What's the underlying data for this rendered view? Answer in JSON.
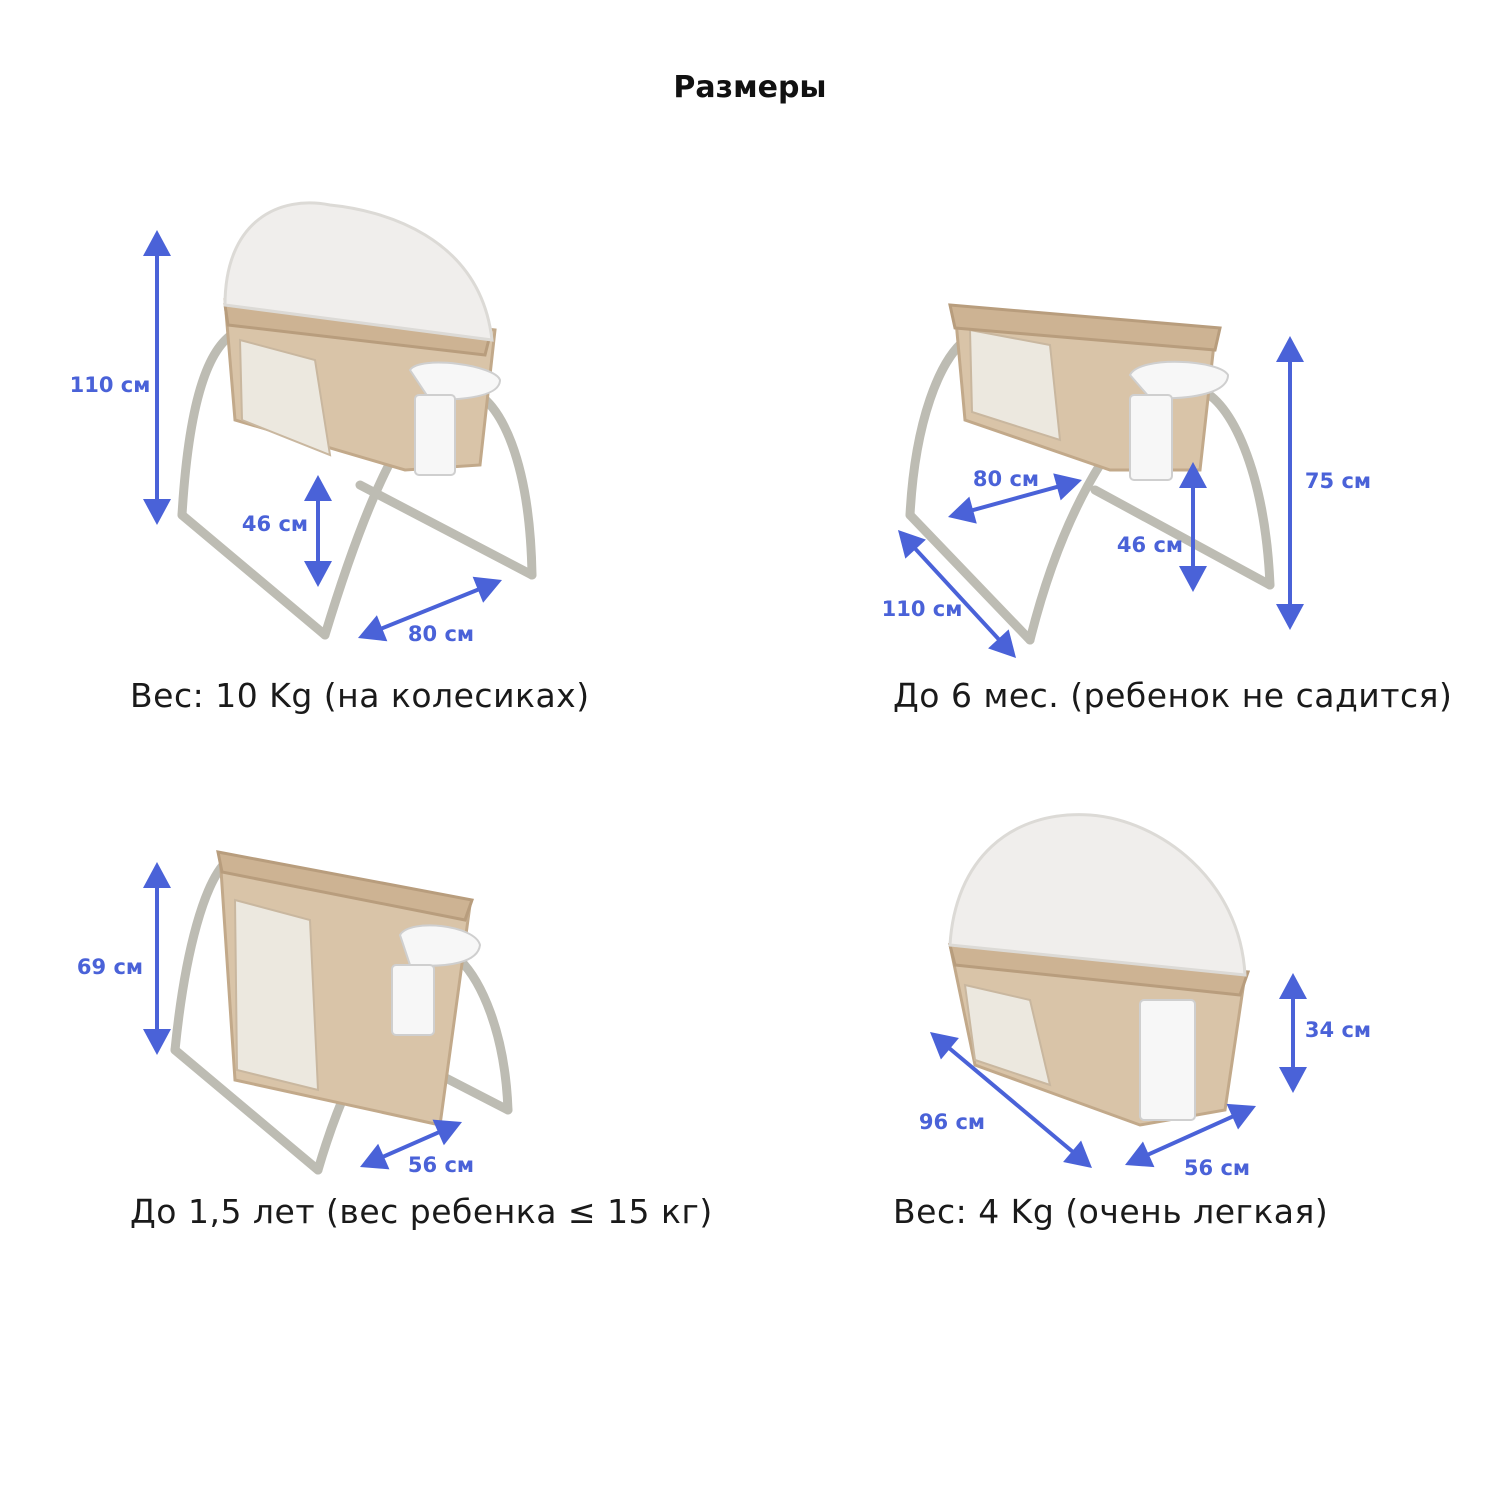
{
  "title": "Размеры",
  "accent_color": "#4a62d8",
  "panels": [
    {
      "caption": "Вес: 10 Kg (на колесиках)",
      "dimensions": [
        "110 см",
        "46 см",
        "80 см"
      ]
    },
    {
      "caption": "До 6 мес. (ребенок не садится)",
      "dimensions": [
        "80 см",
        "110 см",
        "46 см",
        "75 см"
      ]
    },
    {
      "caption": "До 1,5 лет (вес ребенка ≤ 15 кг)",
      "dimensions": [
        "69 см",
        "56 см"
      ]
    },
    {
      "caption": "Вес: 4 Kg (очень легкая)",
      "dimensions": [
        "96 см",
        "56 см",
        "34 см"
      ]
    }
  ]
}
